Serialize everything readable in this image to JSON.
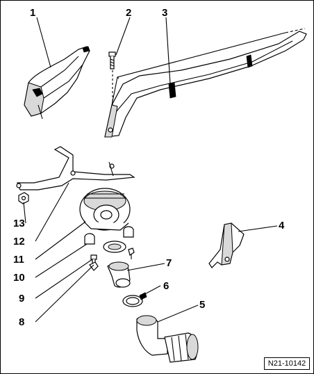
{
  "diagram": {
    "reference_code": "N21-10142",
    "callouts": [
      {
        "id": "c1",
        "label": "1"
      },
      {
        "id": "c2",
        "label": "2"
      },
      {
        "id": "c3",
        "label": "3"
      },
      {
        "id": "c4",
        "label": "4"
      },
      {
        "id": "c5",
        "label": "5"
      },
      {
        "id": "c6",
        "label": "6"
      },
      {
        "id": "c7",
        "label": "7"
      },
      {
        "id": "c8",
        "label": "8"
      },
      {
        "id": "c9",
        "label": "9"
      },
      {
        "id": "c10",
        "label": "10"
      },
      {
        "id": "c11",
        "label": "11"
      },
      {
        "id": "c12",
        "label": "12"
      },
      {
        "id": "c13",
        "label": "13"
      }
    ]
  }
}
